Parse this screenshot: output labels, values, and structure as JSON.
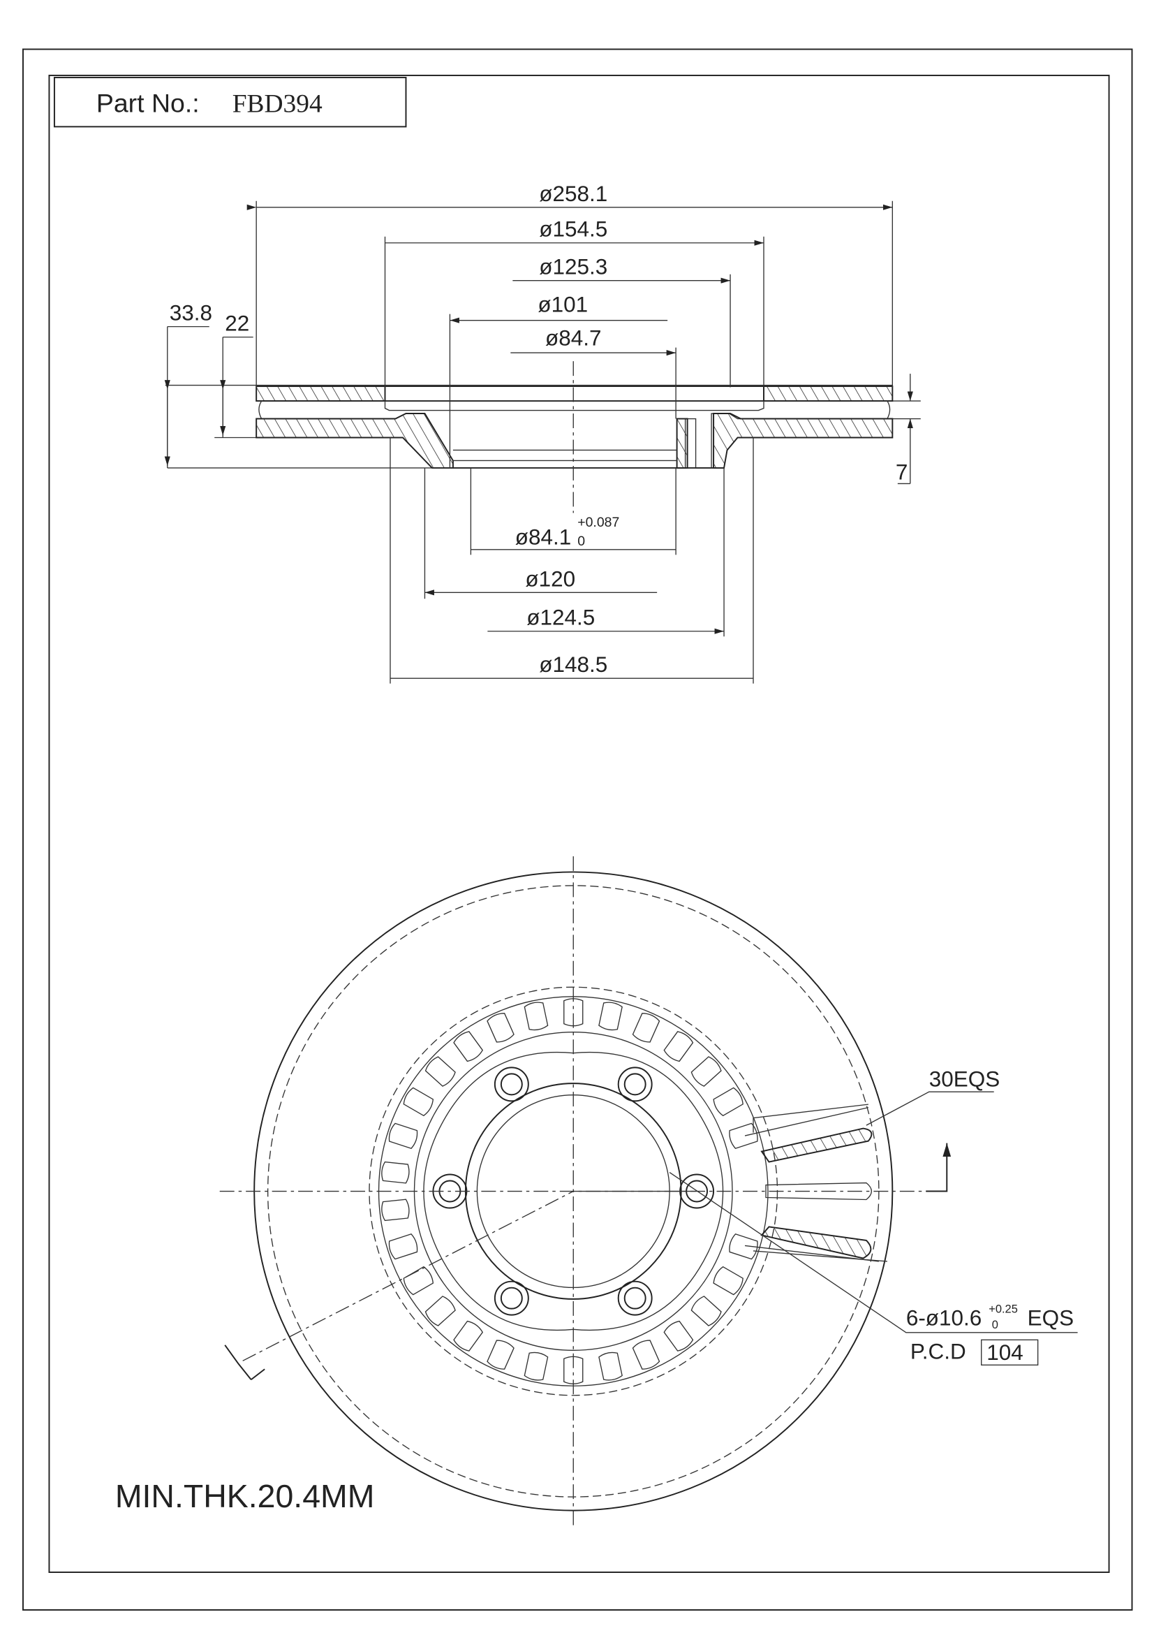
{
  "title_block": {
    "label": "Part No.:",
    "part_number": "FBD394"
  },
  "section_view": {
    "dimensions_top": [
      "ø258.1",
      "ø154.5",
      "ø125.3",
      "ø101",
      "ø84.7"
    ],
    "dimensions_bottom": {
      "d1": "ø84.1",
      "d1_tol_upper": "+0.087",
      "d1_tol_lower": "0",
      "d2": "ø120",
      "d3": "ø124.5",
      "d4": "ø148.5"
    },
    "height_total": "33.8",
    "height_hat": "22",
    "height_plate": "7"
  },
  "front_view": {
    "vanes_note": "30EQS",
    "holes_note": "6-ø10.6",
    "holes_tol_upper": "+0.25",
    "holes_tol_lower": "0",
    "holes_suffix": "EQS",
    "pcd_label": "P.C.D",
    "pcd_value": "104"
  },
  "min_thickness": "MIN.THK.20.4MM"
}
